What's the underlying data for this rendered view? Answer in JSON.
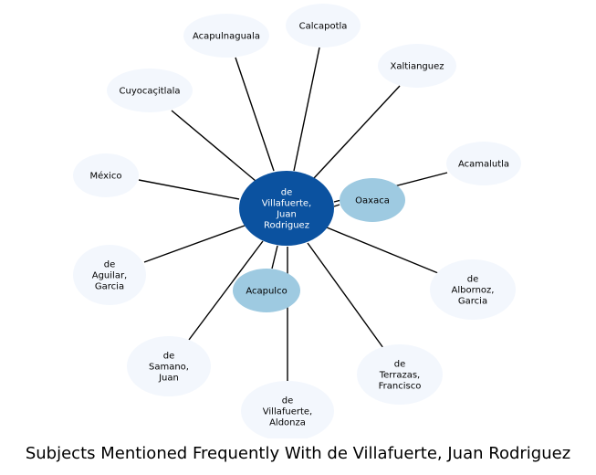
{
  "title": "Subjects Mentioned Frequently With de Villafuerte, Juan Rodriguez",
  "center": {
    "id": "center",
    "label": [
      "de",
      "Villafuerte,",
      "Juan",
      "Rodriguez"
    ]
  },
  "nodes": [
    {
      "id": "acapulnaguala",
      "label": [
        "Acapulnaguala"
      ],
      "kind": "outer"
    },
    {
      "id": "calcapotla",
      "label": [
        "Calcapotla"
      ],
      "kind": "outer"
    },
    {
      "id": "xaltianguez",
      "label": [
        "Xaltianguez"
      ],
      "kind": "outer"
    },
    {
      "id": "cuyocacitlala",
      "label": [
        "Cuyocaçitlala"
      ],
      "kind": "outer"
    },
    {
      "id": "acamalutla",
      "label": [
        "Acamalutla"
      ],
      "kind": "outer"
    },
    {
      "id": "mexico",
      "label": [
        "México"
      ],
      "kind": "outer"
    },
    {
      "id": "oaxaca",
      "label": [
        "Oaxaca"
      ],
      "kind": "inner"
    },
    {
      "id": "aguilar",
      "label": [
        "de",
        "Aguilar,",
        "Garcia"
      ],
      "kind": "outer"
    },
    {
      "id": "albornoz",
      "label": [
        "de",
        "Albornoz,",
        "Garcia"
      ],
      "kind": "outer"
    },
    {
      "id": "acapulco",
      "label": [
        "Acapulco"
      ],
      "kind": "inner"
    },
    {
      "id": "samano",
      "label": [
        "de",
        "Samano,",
        "Juan"
      ],
      "kind": "outer"
    },
    {
      "id": "terrazas",
      "label": [
        "de",
        "Terrazas,",
        "Francisco"
      ],
      "kind": "outer"
    },
    {
      "id": "aldonza",
      "label": [
        "de",
        "Villafuerte,",
        "Aldonza"
      ],
      "kind": "outer"
    }
  ],
  "colors": {
    "center": "#0b52a0",
    "inner": "#9ecae1",
    "outer": "#f3f7fd",
    "edge": "#000000"
  }
}
